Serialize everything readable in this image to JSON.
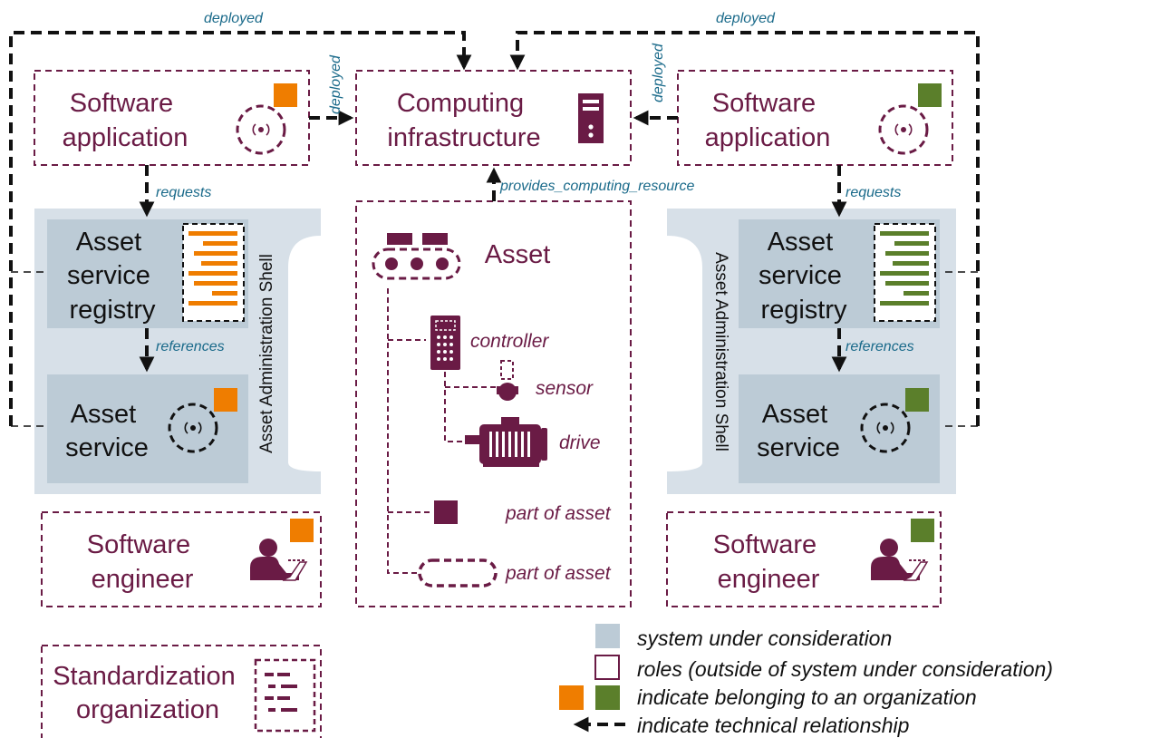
{
  "colors": {
    "purple": "#6a1b45",
    "teal": "#1a6a8a",
    "shell_fill": "#d7e0e8",
    "inner_fill": "#bccbd6",
    "orange": "#ef7d00",
    "green": "#5b7f2b",
    "black": "#111111"
  },
  "relations": {
    "deployed": "deployed",
    "requests": "requests",
    "references": "references",
    "provides": "provides_computing_resource"
  },
  "left": {
    "software_application": [
      "Software",
      "application"
    ],
    "asset_service_registry": [
      "Asset",
      "service",
      "registry"
    ],
    "asset_service": [
      "Asset",
      "service"
    ],
    "software_engineer": [
      "Software",
      "engineer"
    ],
    "shell_label": "Asset Administration Shell",
    "org_icon": "orange-square-icon"
  },
  "right": {
    "software_application": [
      "Software",
      "application"
    ],
    "asset_service_registry": [
      "Asset",
      "service",
      "registry"
    ],
    "asset_service": [
      "Asset",
      "service"
    ],
    "software_engineer": [
      "Software",
      "engineer"
    ],
    "shell_label": "Asset Administration Shell",
    "org_icon": "green-square-icon"
  },
  "center": {
    "computing_infrastructure": [
      "Computing",
      "infrastructure"
    ],
    "asset": "Asset",
    "controller": "controller",
    "sensor": "sensor",
    "drive": "drive",
    "part_of_asset_1": "part of asset",
    "part_of_asset_2": "part of asset"
  },
  "standardization": [
    "Standardization",
    "organization"
  ],
  "legend": {
    "system": "system under consideration",
    "roles": "roles (outside of system under consideration)",
    "organization": "indicate belonging to an organization",
    "technical": "indicate technical relationship"
  }
}
